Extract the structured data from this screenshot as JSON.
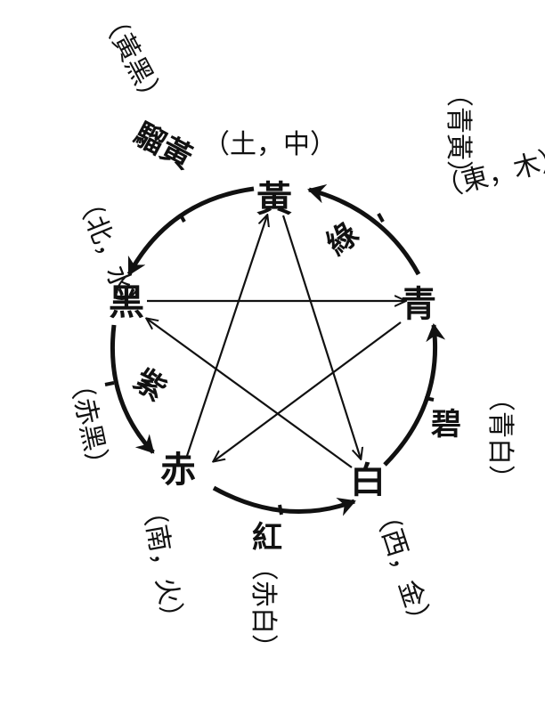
{
  "nodes": {
    "yellow": "黃",
    "green": "青",
    "white": "白",
    "red": "赤",
    "black": "黑"
  },
  "directions": {
    "center": "（土，中）",
    "east": "（東，木）",
    "west": "（西，金）",
    "south": "（南，火）",
    "north": "（北，水）"
  },
  "intermediate_colors": {
    "yellow_green": {
      "name": "綠",
      "mix": "（青黃）"
    },
    "green_white": {
      "name": "碧",
      "mix": "（青白）"
    },
    "white_red": {
      "name": "紅",
      "mix": "（赤白）"
    },
    "red_black": {
      "name": "紫",
      "mix": "（赤黑）"
    },
    "black_yellow": {
      "name": "騮黃",
      "mix": "（黃黑）"
    }
  },
  "colors": {
    "ink": "#111111",
    "background": "#ffffff"
  }
}
